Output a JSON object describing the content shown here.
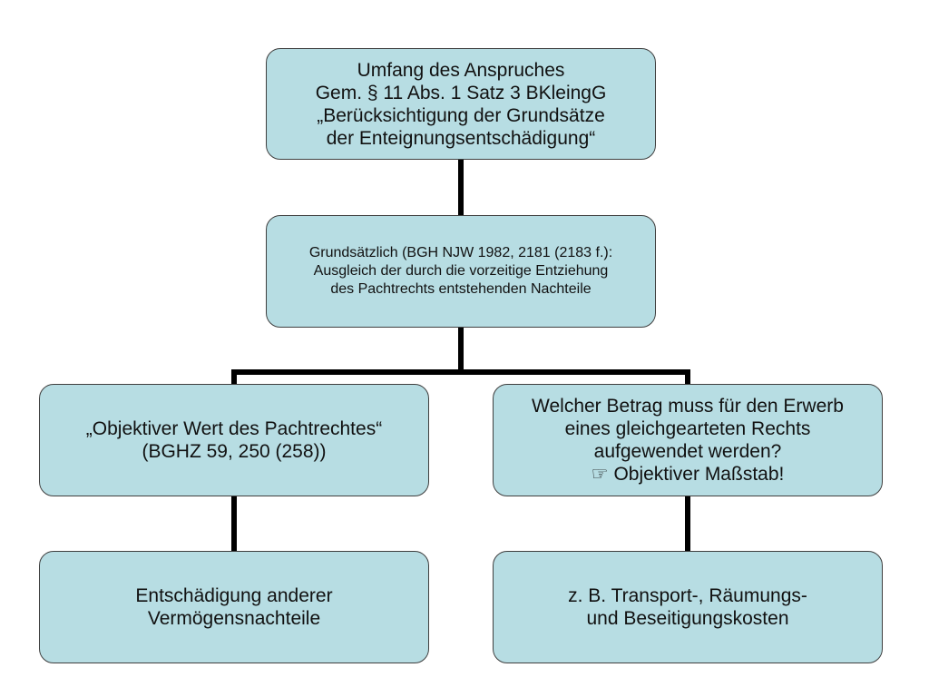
{
  "nodes": {
    "root": {
      "lines": [
        "Umfang des Anspruches",
        "Gem. § 11 Abs. 1 Satz 3 BKleingG",
        "„Berücksichtigung der Grundsätze",
        "der Enteignungsentschädigung“"
      ]
    },
    "mid": {
      "lines": [
        "Grundsätzlich (BGH NJW 1982, 2181 (2183 f.):",
        "Ausgleich der durch die vorzeitige Entziehung",
        "des Pachtrechts entstehenden Nachteile"
      ]
    },
    "left": {
      "lines": [
        "„Objektiver Wert des Pachtrechtes“",
        "(BGHZ 59, 250 (258))"
      ]
    },
    "right": {
      "lines": [
        "Welcher Betrag muss für den Erwerb",
        "eines gleichgearteten Rechts",
        "aufgewendet werden?"
      ],
      "pointer_icon": "☞",
      "pointer_text": "Objektiver Maßstab!"
    },
    "left_bottom": {
      "lines": [
        "Entschädigung anderer",
        "Vermögensnachteile"
      ]
    },
    "right_bottom": {
      "lines": [
        "z. B. Transport-, Räumungs-",
        "und Beseitigungskosten"
      ]
    }
  },
  "colors": {
    "box_fill": "#b7dde3",
    "box_border": "#3f3f3f",
    "connector": "#000000"
  }
}
